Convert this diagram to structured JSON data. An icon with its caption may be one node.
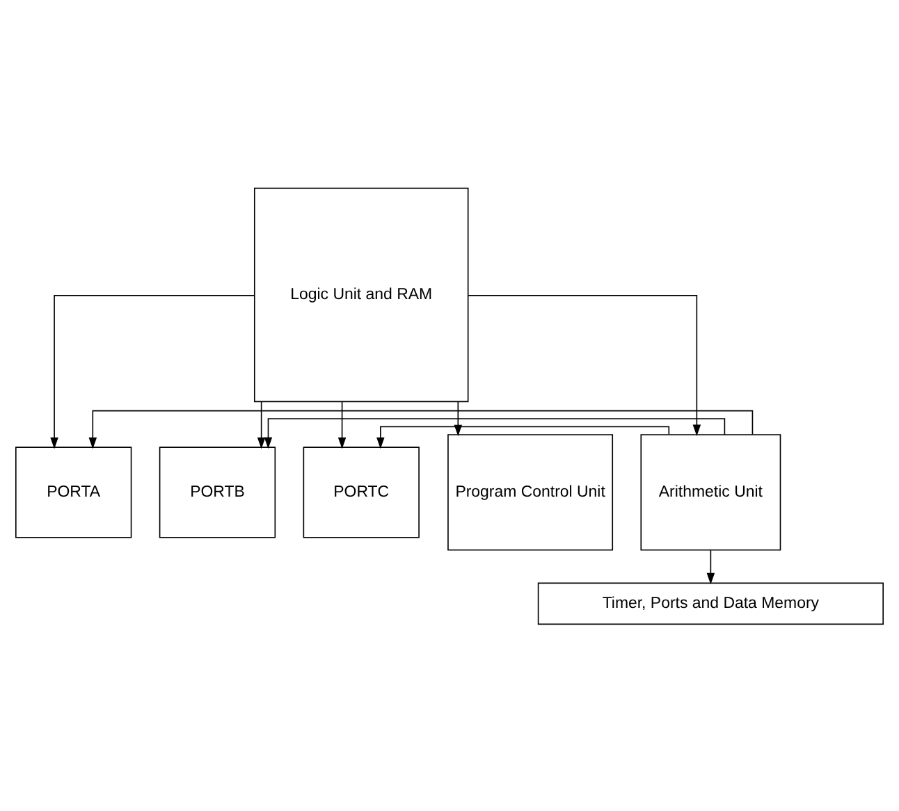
{
  "diagram": {
    "nodes": [
      {
        "text": [
          "Logic Unit and RAM"
        ]
      },
      {
        "text": [
          "PORTA"
        ]
      },
      {
        "text": [
          "PORTB"
        ]
      },
      {
        "text": [
          "PORTC"
        ]
      },
      {
        "text": [
          "Program Control Unit"
        ]
      },
      {
        "text": [
          "Arithmetic Unit"
        ]
      },
      {
        "text": [
          "Timer, Ports and Data Memory"
        ]
      }
    ],
    "edges": [
      {
        "from": 0,
        "to": 1,
        "arrow": "to"
      },
      {
        "from": 0,
        "to": 2,
        "arrow": "to"
      },
      {
        "from": 0,
        "to": 3,
        "arrow": "to"
      },
      {
        "from": 5,
        "to": 1,
        "arrow": "to"
      },
      {
        "from": 5,
        "to": 2,
        "arrow": "to"
      },
      {
        "from": 5,
        "to": 3,
        "arrow": "to"
      },
      {
        "from": 0,
        "to": 4,
        "arrow": "to"
      },
      {
        "from": 0,
        "to": 5,
        "arrow": "to"
      },
      {
        "from": 5,
        "to": 6,
        "arrow": "to"
      }
    ]
  }
}
